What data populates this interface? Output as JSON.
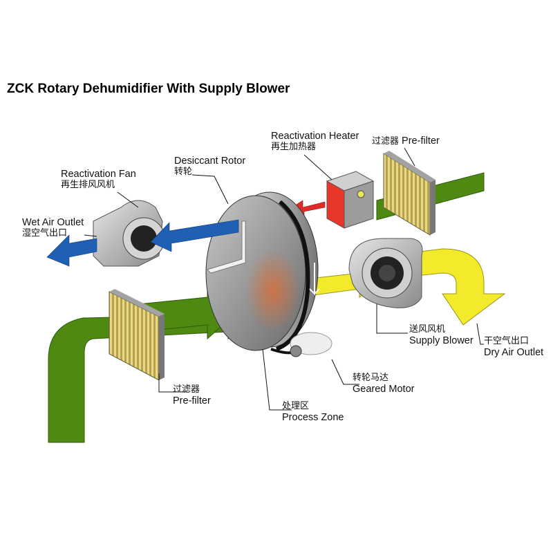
{
  "title": "ZCK Rotary Dehumidifier With Supply Blower",
  "labels": {
    "reactivation_heater": {
      "en": "Reactivation Heater",
      "cn": "再生加热器"
    },
    "prefilter_top": {
      "en": "Pre-filter",
      "cn": "过滤器"
    },
    "desiccant_rotor": {
      "en": "Desiccant Rotor",
      "cn": "转轮"
    },
    "reactivation_fan": {
      "en": "Reactivation Fan",
      "cn": "再生排风风机"
    },
    "wet_air_outlet": {
      "en": "Wet Air Outlet",
      "cn": "湿空气出口"
    },
    "supply_blower": {
      "en": "Supply Blower",
      "cn": "送风风机"
    },
    "dry_air_outlet": {
      "en": "Dry Air Outlet",
      "cn": "干空气出口"
    },
    "geared_motor": {
      "en": "Geared Motor",
      "cn": "转轮马达"
    },
    "process_zone": {
      "en": "Process Zone",
      "cn": "处理区"
    },
    "prefilter_bottom": {
      "en": "Pre-filter",
      "cn": "过滤器"
    }
  },
  "colors": {
    "process_air": "#4e8a12",
    "reactivation_air": "#1f5fb4",
    "heated_air": "#e02a2a",
    "dry_air": "#f2ea2a",
    "filter": "#e4d27a",
    "rotor": "#7c7c7c",
    "equipment": "#9a9a9a"
  }
}
